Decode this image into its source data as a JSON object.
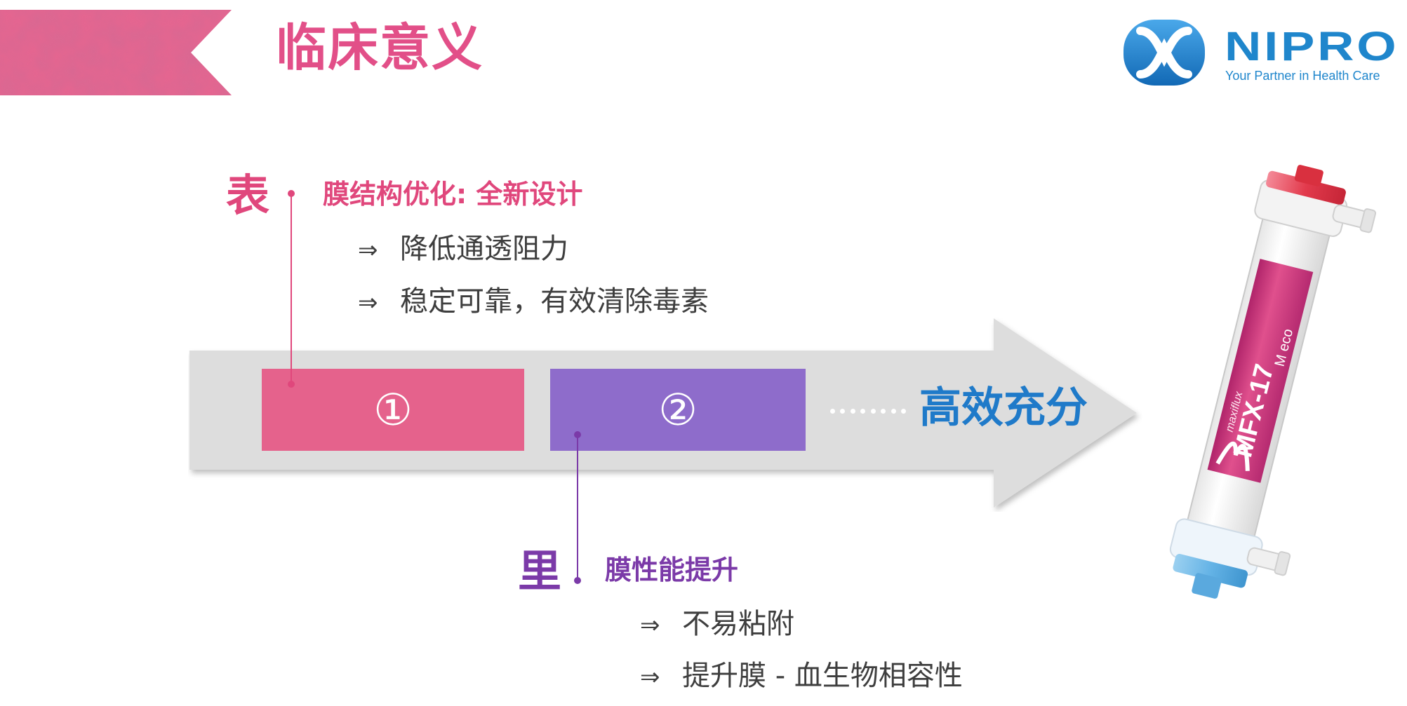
{
  "header": {
    "title": "临床意义",
    "ribbon_color": "#e76590"
  },
  "logo": {
    "brand": "NIPRO",
    "tagline": "Your Partner in Health Care",
    "color": "#1f86cc",
    "icon": "nipro-logo-icon"
  },
  "process": {
    "step1_label": "①",
    "step2_label": "②",
    "result_label": "高效充分",
    "step1_color": "#e5628c",
    "step2_color": "#8e6ccb",
    "arrow_color": "#dddddd",
    "result_color": "#1f7ac9"
  },
  "surface": {
    "char": "表",
    "heading": "膜结构优化: 全新设计",
    "color": "#e0477c",
    "points": [
      {
        "symbol": "⇒",
        "text": "降低通透阻力"
      },
      {
        "symbol": "⇒",
        "text": "稳定可靠，有效清除毒素"
      }
    ]
  },
  "interior": {
    "char": "里",
    "heading": "膜性能提升",
    "color": "#7b3aa8",
    "points": [
      {
        "symbol": "⇒",
        "text": "不易粘附"
      },
      {
        "symbol": "⇒",
        "text": "提升膜 - 血生物相容性"
      }
    ]
  },
  "product": {
    "model": "MFX-17",
    "suffix": "M eco",
    "band_label": "MFX-17M eco",
    "brand_script": "maxiflux"
  }
}
